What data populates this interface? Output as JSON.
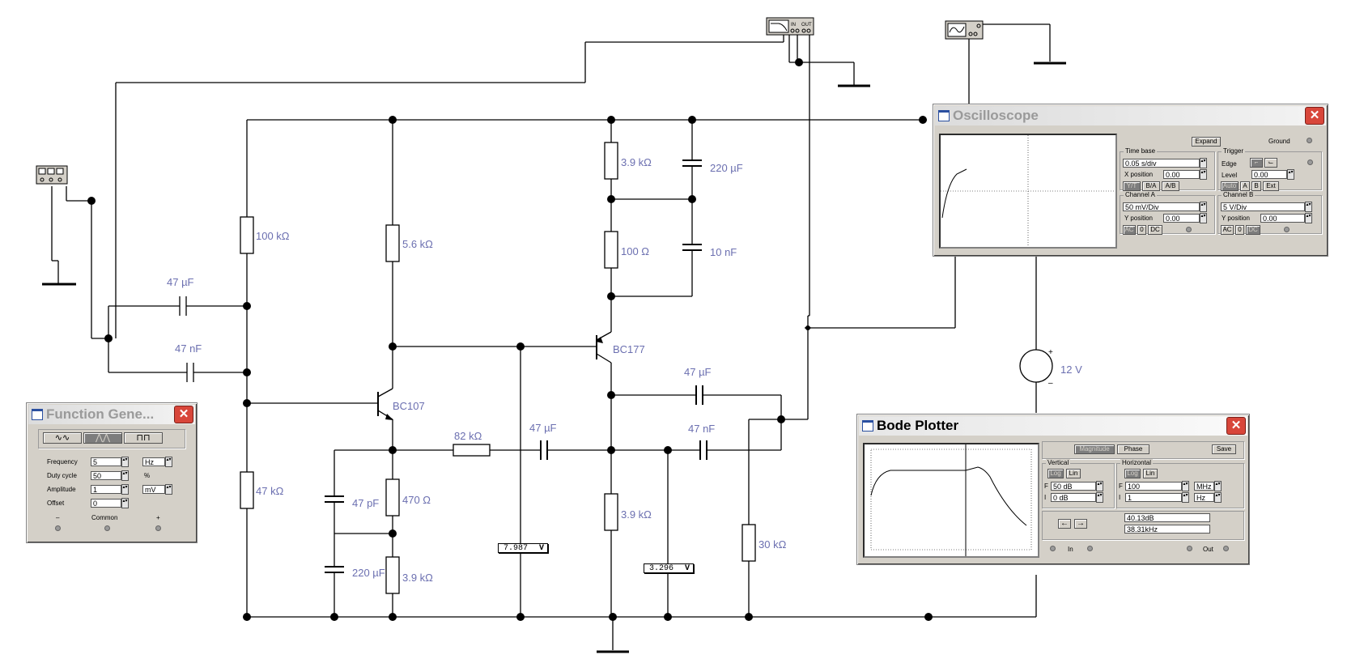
{
  "components": {
    "r1": "100 kΩ",
    "r2": "47 kΩ",
    "r3": "5.6 kΩ",
    "r4": "470 Ω",
    "r5": "3.9 kΩ",
    "r6": "82 kΩ",
    "r7": "3.9 kΩ",
    "r8": "100 Ω",
    "r9": "3.9 kΩ",
    "r10": "30 kΩ",
    "c1": "47 µF",
    "c2": "47 nF",
    "c3": "47 pF",
    "c4": "220 µF",
    "c5": "47 µF",
    "c6": "220 µF",
    "c7": "10 nF",
    "c8": "47 µF",
    "c9": "47 nF",
    "q1": "BC107",
    "q2": "BC177",
    "vsrc": "12 V"
  },
  "voltmeters": [
    {
      "value": "7.987",
      "unit": "V"
    },
    {
      "value": "3.296",
      "unit": "V"
    }
  ],
  "function_generator": {
    "title": "Function Gene...",
    "frequency_label": "Frequency",
    "frequency_value": "5",
    "frequency_unit": "Hz",
    "duty_label": "Duty cycle",
    "duty_value": "50",
    "duty_unit": "%",
    "amplitude_label": "Amplitude",
    "amplitude_value": "1",
    "amplitude_unit": "mV",
    "offset_label": "Offset",
    "offset_value": "0",
    "minus": "–",
    "common": "Common",
    "plus": "+"
  },
  "oscilloscope": {
    "title": "Oscilloscope",
    "expand": "Expand",
    "ground": "Ground",
    "timebase_title": "Time base",
    "timebase_value": "0.05 s/div",
    "xpos_label": "X position",
    "xpos_value": "0.00",
    "modes": [
      "Y/T",
      "B/A",
      "A/B"
    ],
    "trigger_title": "Trigger",
    "edge_label": "Edge",
    "level_label": "Level",
    "level_value": "0.00",
    "trig_buttons": [
      "Auto",
      "A",
      "B",
      "Ext"
    ],
    "chA_title": "Channel A",
    "chA_value": "50 mV/Div",
    "chA_ypos_label": "Y position",
    "chA_ypos_value": "0.00",
    "chB_title": "Channel B",
    "chB_value": "5  V/Div",
    "chB_ypos_label": "Y position",
    "chB_ypos_value": "0.00",
    "coupling": [
      "AC",
      "0",
      "DC"
    ]
  },
  "bode": {
    "title": "Bode Plotter",
    "magnitude": "Magnitude",
    "phase": "Phase",
    "save": "Save",
    "vertical_title": "Vertical",
    "horizontal_title": "Horizontal",
    "log": "Log",
    "lin": "Lin",
    "f_label": "F",
    "i_label": "I",
    "v_f_value": "50 dB",
    "v_i_value": "0 dB",
    "h_f_value": "100",
    "h_f_unit": "MHz",
    "h_i_value": "1",
    "h_i_unit": "Hz",
    "left_arrow": "←",
    "right_arrow": "→",
    "readout_db": "40.13dB",
    "readout_freq": "38.31kHz",
    "in_label": "In",
    "out_label": "Out"
  }
}
